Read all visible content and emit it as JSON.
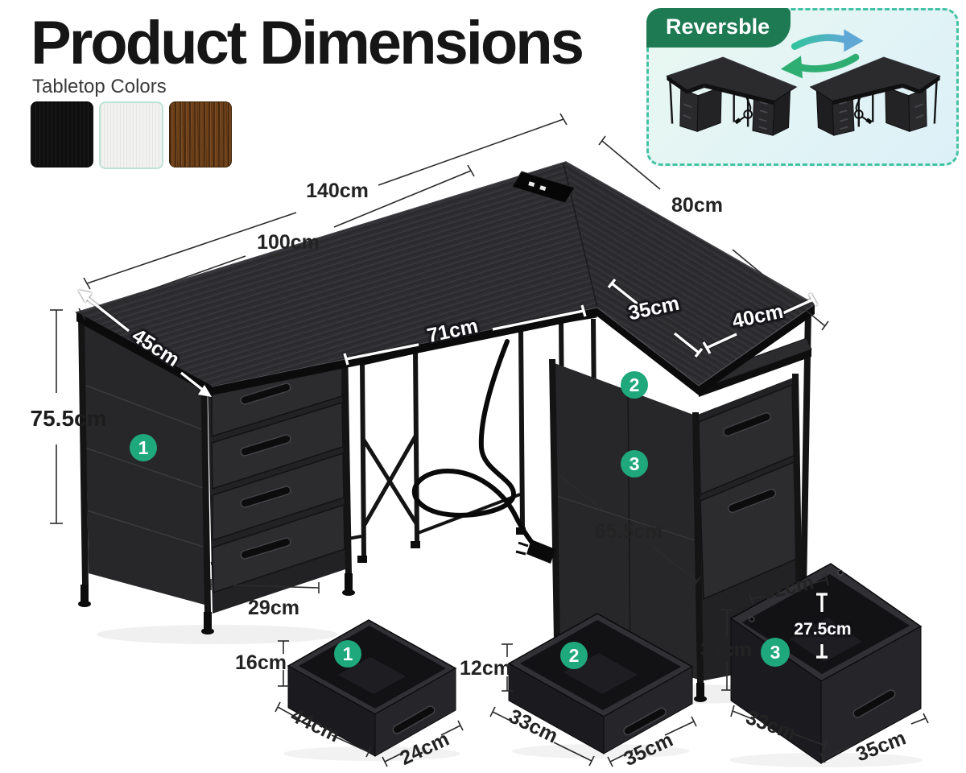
{
  "page": {
    "title": "Product Dimensions",
    "colors_label": "Tabletop Colors"
  },
  "tabletop_colors": [
    {
      "name": "black",
      "hex": "#0e0e0e"
    },
    {
      "name": "white",
      "hex": "#f2f2f0"
    },
    {
      "name": "rustic brown",
      "hex": "#6e4018"
    }
  ],
  "reversible": {
    "badge_label": "Reversble"
  },
  "desk": {
    "dims": {
      "top_length": "140cm",
      "left_section": "100cm",
      "wing_length": "80cm",
      "front_clearance": "71cm",
      "wing_inner_depth": "35cm",
      "wing_width": "40cm",
      "desk_depth": "45cm",
      "height": "75.5cm",
      "drawer_unit_width": "29cm",
      "cabinet_span": "65.5cm"
    }
  },
  "drawers": [
    {
      "marker": "1",
      "dims": {
        "height": "16cm",
        "width": "44cm",
        "depth": "24cm"
      }
    },
    {
      "marker": "2",
      "dims": {
        "height": "12cm",
        "width": "33cm",
        "depth": "35cm"
      }
    },
    {
      "marker": "3",
      "dims": {
        "height": "31cm",
        "top_width": "32cm",
        "inner_height": "27.5cm",
        "width": "33cm",
        "depth": "35cm"
      }
    }
  ],
  "theme": {
    "accent_green": "#1e7a52",
    "marker_teal": "#1fa87c",
    "panel_border": "#43c3a3",
    "panel_bg": "#e7f7f1"
  }
}
